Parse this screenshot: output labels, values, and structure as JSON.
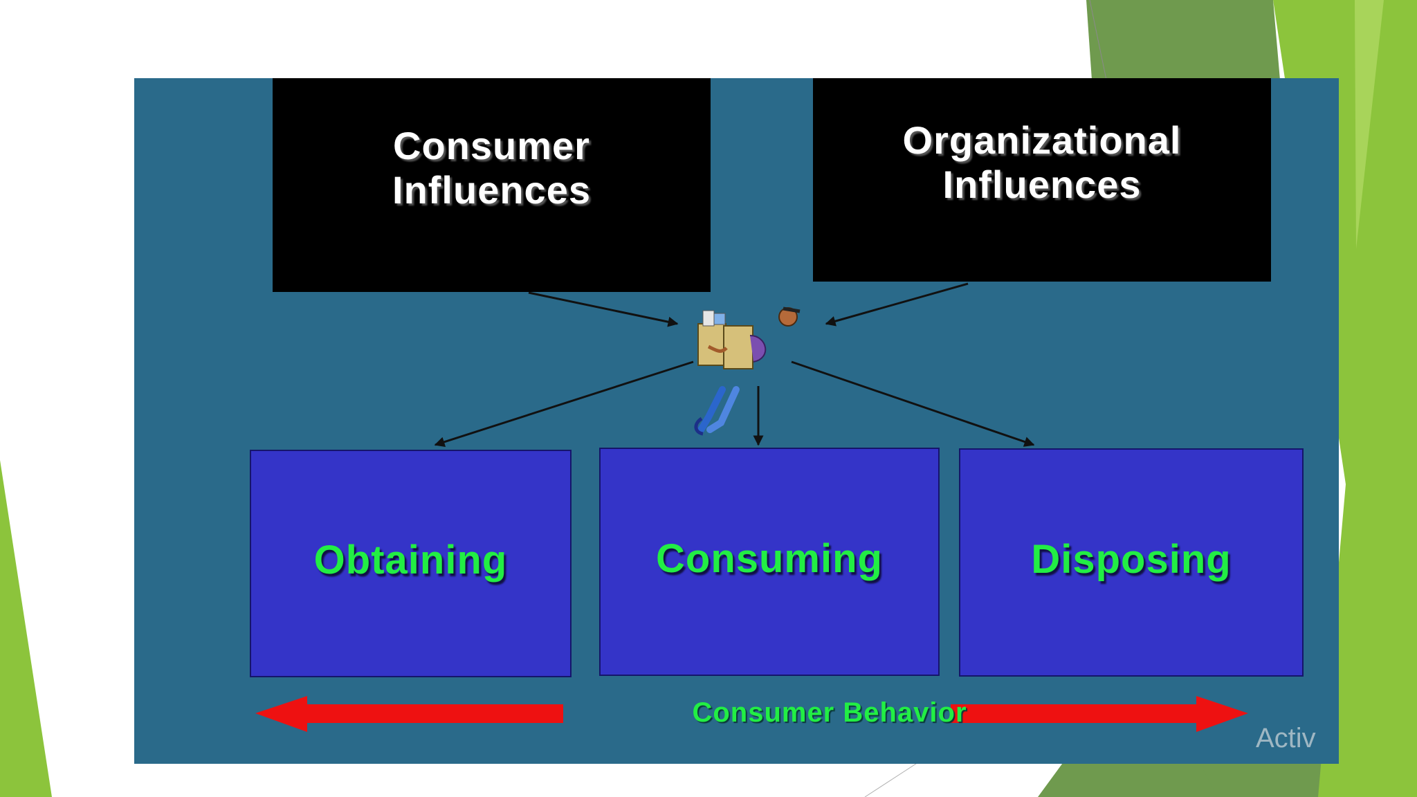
{
  "theme_colors": {
    "green_dark": "#6f9a4e",
    "green_light": "#8cc43c",
    "panel": "#2a6a8a",
    "black_box": "#000000",
    "blue_box": "#3434c8",
    "green_text": "#22ee44",
    "arrow_red": "#ee1111"
  },
  "influences": {
    "consumer": [
      "Consumer",
      "Influences"
    ],
    "organizational": [
      "Organizational",
      "Influences"
    ]
  },
  "center_figure": {
    "icon": "shopper-carrying-bags-icon"
  },
  "activities": [
    "Obtaining",
    "Consuming",
    "Disposing"
  ],
  "behavior_label": "Consumer Behavior",
  "watermark": "Activ"
}
